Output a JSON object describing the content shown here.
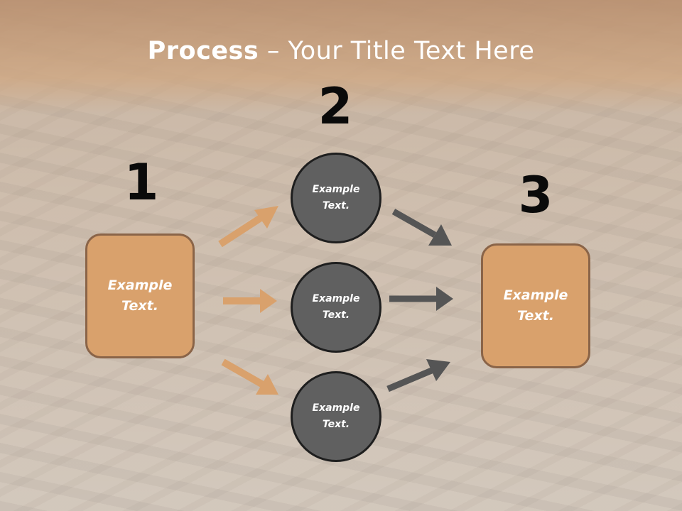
{
  "title": {
    "bold": "Process",
    "rest": " – Your Title Text Here"
  },
  "steps": {
    "one": "1",
    "two": "2",
    "three": "3"
  },
  "left_box": {
    "text": "Example\nText."
  },
  "right_box": {
    "text": "Example\nText."
  },
  "circles": [
    {
      "text": "Example\nText."
    },
    {
      "text": "Example\nText."
    },
    {
      "text": "Example\nText."
    }
  ],
  "colors": {
    "box_fill": "#d9a16c",
    "circle_fill": "#606060",
    "arrow_orange": "#d9a16c",
    "arrow_gray": "#555555"
  }
}
